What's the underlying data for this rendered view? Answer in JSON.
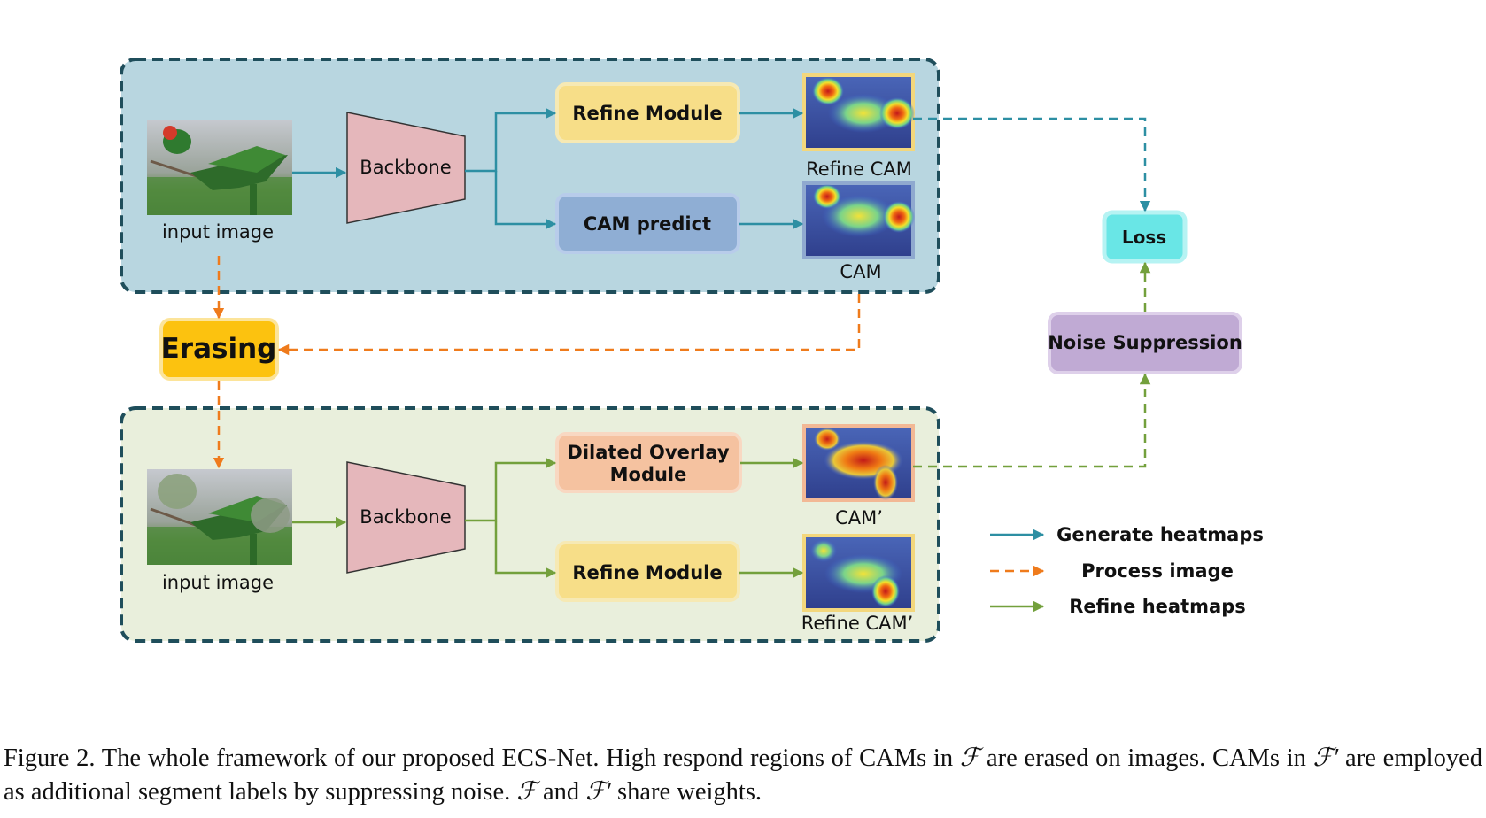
{
  "modules": {
    "backbone_top": "Backbone",
    "backbone_bottom": "Backbone",
    "refine_top": "Refine Module",
    "cam_predict": "CAM predict",
    "erasing": "Erasing",
    "dilated_line1": "Dilated Overlay",
    "dilated_line2": "Module",
    "refine_bottom": "Refine Module",
    "loss": "Loss",
    "noise_suppression": "Noise Suppression"
  },
  "labels": {
    "input_top": "input image",
    "input_bottom": "input image",
    "refine_cam": "Refine CAM",
    "cam": "CAM",
    "cam_prime": "CAM’",
    "refine_cam_prime": "Refine CAM’"
  },
  "legend": {
    "generate": "Generate heatmaps",
    "process": "Process image",
    "refine": "Refine heatmaps"
  },
  "caption": {
    "p1": "Figure 2. The whole framework of our proposed ECS-Net. High respond regions of CAMs in ",
    "f1": "ℱ",
    "p2": " are erased on images. CAMs in ",
    "f2": "ℱ′",
    "p3": " are employed as additional segment labels by suppressing noise. ",
    "f3": "ℱ",
    "p4": " and ",
    "f4": "ℱ′",
    "p5": " share weights."
  },
  "colors": {
    "teal_arrow": "#2d8fa3",
    "orange_arrow": "#ef7b1c",
    "green_arrow": "#73a03c",
    "top_panel": "#b8d6e0",
    "bottom_panel": "#e9efdc",
    "panel_border": "#1f4e5b"
  }
}
